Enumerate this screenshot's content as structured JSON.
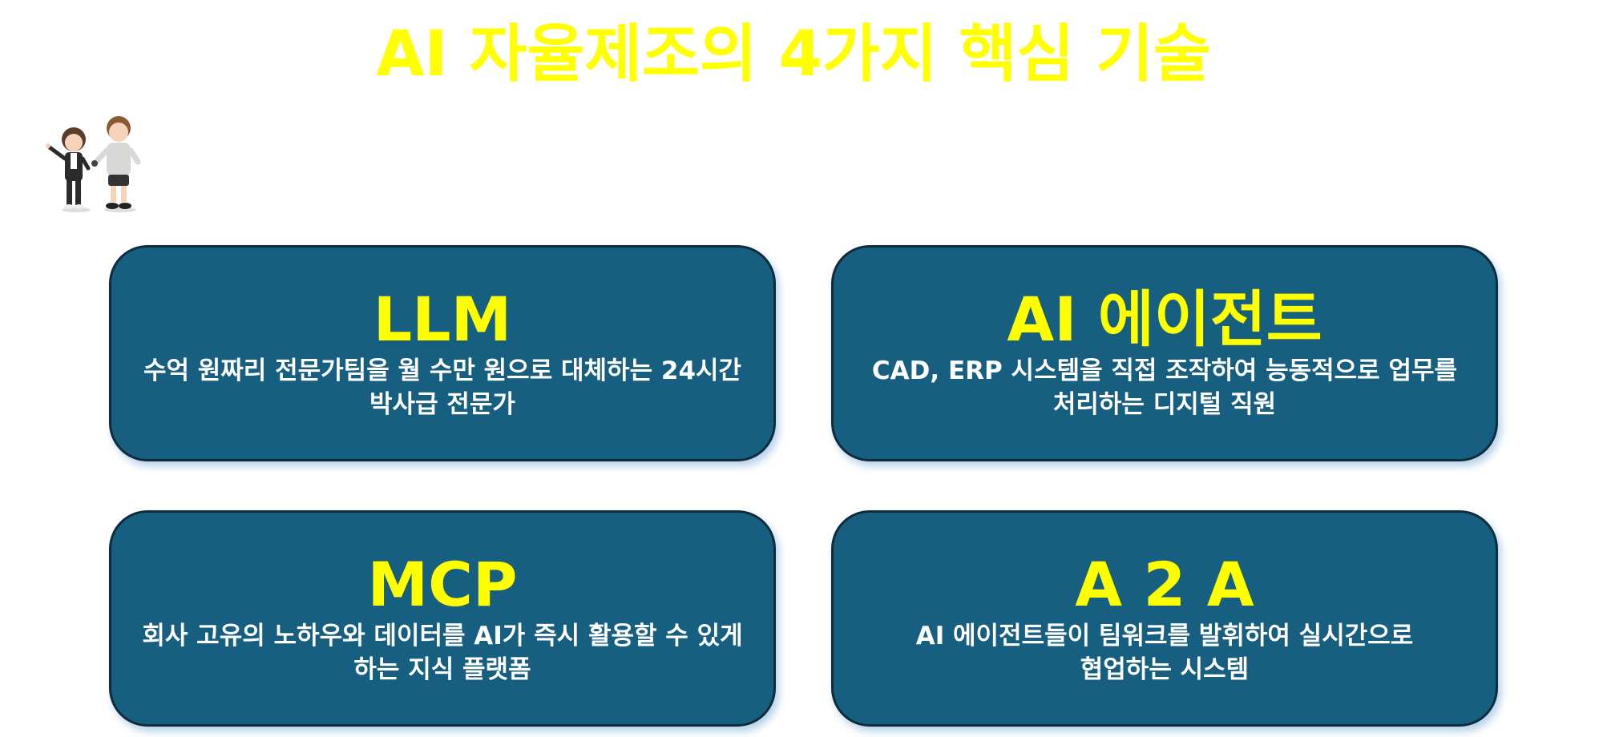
{
  "page": {
    "title": "AI 자율제조의 4가지 핵심 기술"
  },
  "colors": {
    "title": "#ffff00",
    "card_background": "#175f81",
    "card_border": "#0f2c3d",
    "card_title": "#ffff00",
    "card_text": "#ffffff"
  },
  "mascot": {
    "icon": "two-cartoon-characters-icon"
  },
  "cards": [
    {
      "title": "LLM",
      "desc_line1": "수억 원짜리 전문가팀을 월 수만 원으로 대체하는 24시간",
      "desc_line2": "박사급 전문가"
    },
    {
      "title": "AI 에이전트",
      "desc_line1": "CAD, ERP 시스템을 직접 조작하여 능동적으로 업무를",
      "desc_line2": "처리하는 디지털 직원"
    },
    {
      "title": "MCP",
      "desc_line1": "회사 고유의 노하우와 데이터를 AI가 즉시 활용할 수 있게",
      "desc_line2": "하는 지식 플랫폼"
    },
    {
      "title": "A 2 A",
      "desc_line1": "AI 에이전트들이 팀워크를 발휘하여 실시간으로",
      "desc_line2": "협업하는 시스템"
    }
  ]
}
